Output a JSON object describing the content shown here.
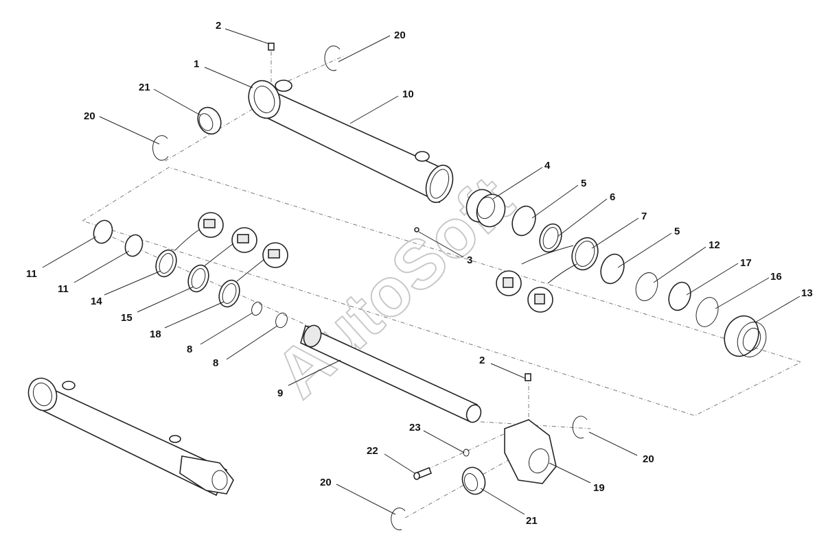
{
  "watermark": "AutoSoft",
  "callouts": [
    "1",
    "2",
    "2",
    "3",
    "4",
    "5",
    "5",
    "6",
    "7",
    "8",
    "8",
    "9",
    "10",
    "11",
    "11",
    "12",
    "13",
    "14",
    "15",
    "16",
    "17",
    "18",
    "19",
    "20",
    "20",
    "20",
    "20",
    "21",
    "21",
    "22",
    "23"
  ]
}
